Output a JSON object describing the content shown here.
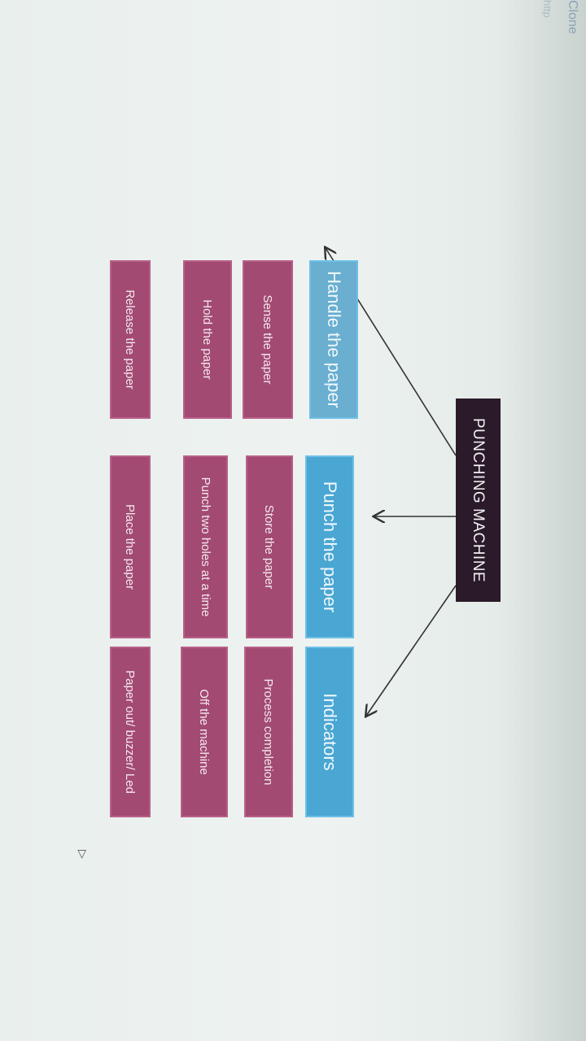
{
  "window": {
    "corner_title": "Clone",
    "corner_url": "http"
  },
  "diagram": {
    "root": "PUNCHING MACHINE",
    "columns": [
      {
        "header": "Handle the paper",
        "items": [
          "Sense the paper",
          "Hold the paper",
          "Release the paper"
        ]
      },
      {
        "header": "Punch the paper",
        "items": [
          "Store the paper",
          "Punch two holes at a time",
          "Place the paper"
        ]
      },
      {
        "header": "Indicators",
        "items": [
          "Process completion",
          "Off the machine",
          "Paper out/ buzzer/ Led"
        ]
      }
    ]
  },
  "colors": {
    "root": "#2a1a2a",
    "header": "#4aa6d2",
    "item": "#a24a72"
  }
}
